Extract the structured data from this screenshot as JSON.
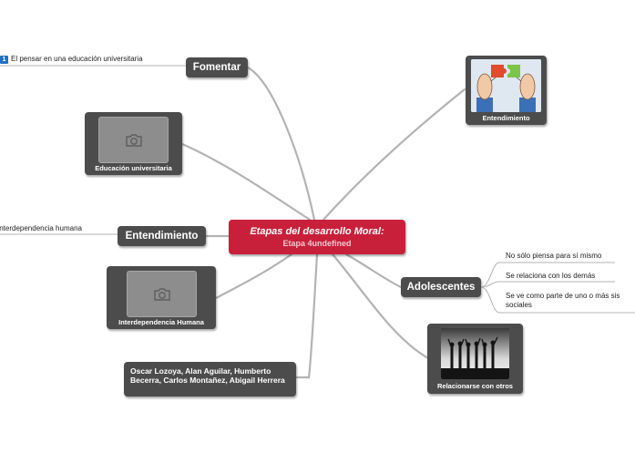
{
  "central": {
    "title": "Etapas del desarrollo Moral:",
    "subtitle": "Etapa 4undefined"
  },
  "topics": {
    "fomentar": "Fomentar",
    "entendimiento": "Entendimiento",
    "adolescentes": "Adolescentes",
    "autores": "Oscar Lozoya, Alan Aguilar, Humberto Becerra, Carlos Montañez, Abigail Herrera"
  },
  "image_cards": {
    "educacion": "Educación universitaria",
    "interdependencia": "Interdependencia Humana",
    "entendimiento": "Entendimiento",
    "relacionarse": "Relacionarse con otros"
  },
  "leaves": {
    "fomentar_badge": "1",
    "fomentar_text": "El pensar en una educación universitaria",
    "entendimiento_text": "Interdependencia humana",
    "adolescentes": [
      "No sólo piensa para sí mismo",
      "Se relaciona con los demás",
      "Se ve como parte de uno o más sis",
      "sociales"
    ]
  },
  "icons": {
    "placeholder": "camera-icon"
  }
}
